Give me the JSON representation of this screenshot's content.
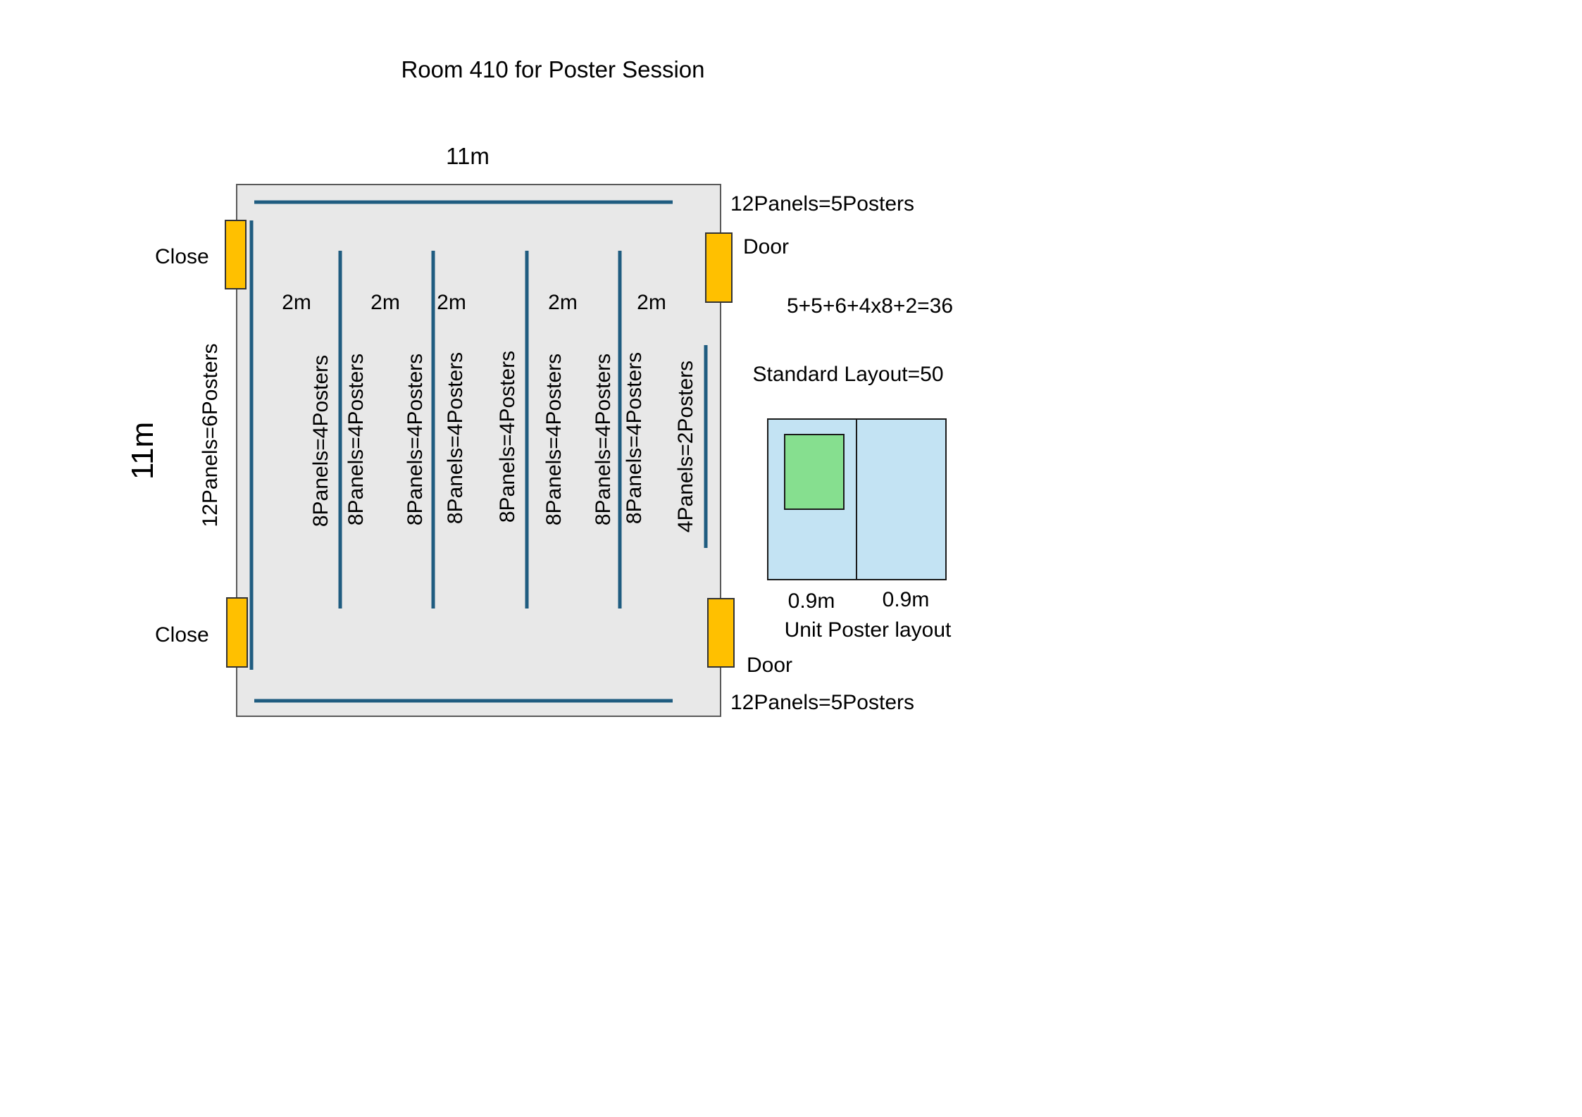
{
  "title": "Room 410 for Poster Session",
  "room": {
    "width_label": "11m",
    "height_label": "11m"
  },
  "walls": {
    "top_label": "12Panels=5Posters",
    "bottom_label": "12Panels=5Posters",
    "left_label": "12Panels=6Posters"
  },
  "doors": {
    "left_top": "Close",
    "left_bottom": "Close",
    "right_top": "Door",
    "right_bottom": "Door"
  },
  "spacing_label": "2m",
  "row_labels": [
    "8Panels=4Posters",
    "8Panels=4Posters",
    "8Panels=4Posters",
    "8Panels=4Posters",
    "8Panels=4Posters",
    "8Panels=4Posters",
    "8Panels=4Posters",
    "8Panels=4Posters",
    "4Panels=2Posters"
  ],
  "formula": "5+5+6+4x8+2=36",
  "standard": "Standard Layout=50",
  "unit": {
    "width_left": "0.9m",
    "width_right": "0.9m",
    "caption": "Unit Poster layout"
  },
  "colors": {
    "room_fill": "#e8e8e8",
    "wall_stroke": "#595959",
    "panel_line": "#1f5c80",
    "door_fill": "#ffc000",
    "unit_fill": "#c3e3f3",
    "poster_fill": "#86df8f"
  }
}
